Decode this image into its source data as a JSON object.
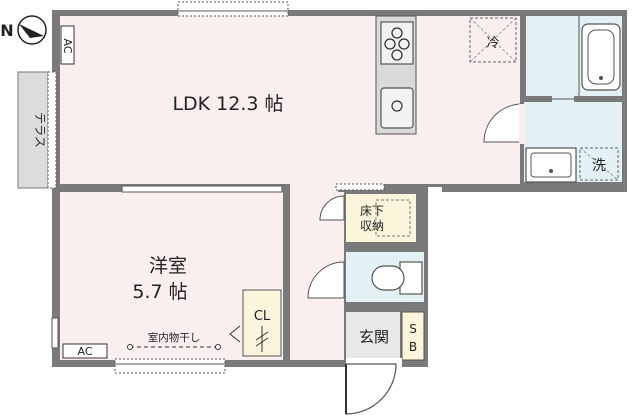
{
  "compass": {
    "label": "N"
  },
  "rooms": {
    "ldk": {
      "name": "LDK 12.3 帖"
    },
    "western": {
      "name": "洋室",
      "size": "5.7 帖"
    },
    "terrace": {
      "name": "テラス"
    },
    "entrance": {
      "name": "玄関"
    }
  },
  "fixtures": {
    "ac_ldk": "AC",
    "ac_western": "AC",
    "fridge": "冷",
    "washer": "洗",
    "closet": "CL",
    "underfloor_storage": [
      "床下",
      "収納"
    ],
    "shoe_box": [
      "S",
      "B"
    ],
    "indoor_drying": "室内物干し"
  },
  "colors": {
    "wall": "#7a7a7a",
    "ldk_floor": "#fbeeee",
    "western_floor": "#fbeeee",
    "wet_floor": "#e3f1f5",
    "storage_floor": "#fbf5dc",
    "entrance_floor": "#e8e8e8",
    "terrace_floor": "#dcdcdc",
    "counter": "#d9d9d9"
  }
}
